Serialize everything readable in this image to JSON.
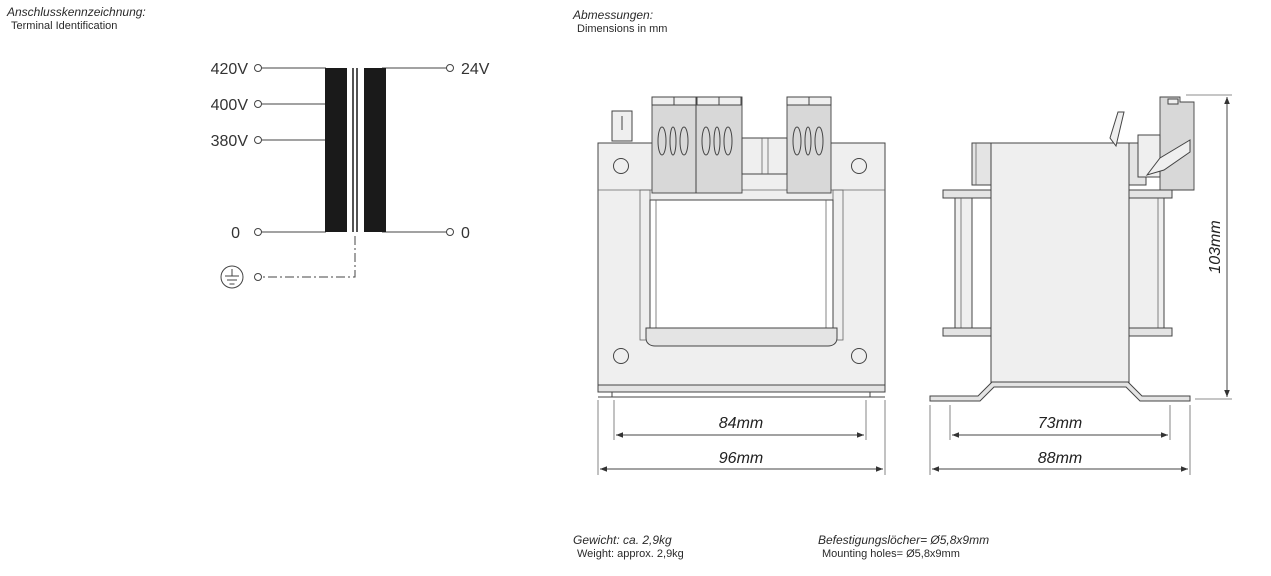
{
  "terminal_identification": {
    "heading_de": "Anschlusskennzeichnung:",
    "heading_en": "Terminal Identification",
    "primary_taps": [
      "420V",
      "400V",
      "380V",
      "0"
    ],
    "secondary_taps": [
      "24V",
      "0"
    ],
    "ground_symbol": "protective-earth-icon"
  },
  "dimensions": {
    "heading_de": "Abmessungen:",
    "heading_en": "Dimensions in mm",
    "front_inner_width": "84mm",
    "front_outer_width": "96mm",
    "side_inner_width": "73mm",
    "side_outer_width": "88mm",
    "height": "103mm"
  },
  "weight": {
    "label_de": "Gewicht: ca. 2,9kg",
    "label_en": "Weight: approx. 2,9kg"
  },
  "mounting_holes": {
    "label_de": "Befestigungslöcher= Ø5,8x9mm",
    "label_en": "Mounting holes= Ø5,8x9mm"
  },
  "colors": {
    "line": "#444444",
    "core_fill": "#1a1a1a",
    "part_fill": "#efefef"
  }
}
